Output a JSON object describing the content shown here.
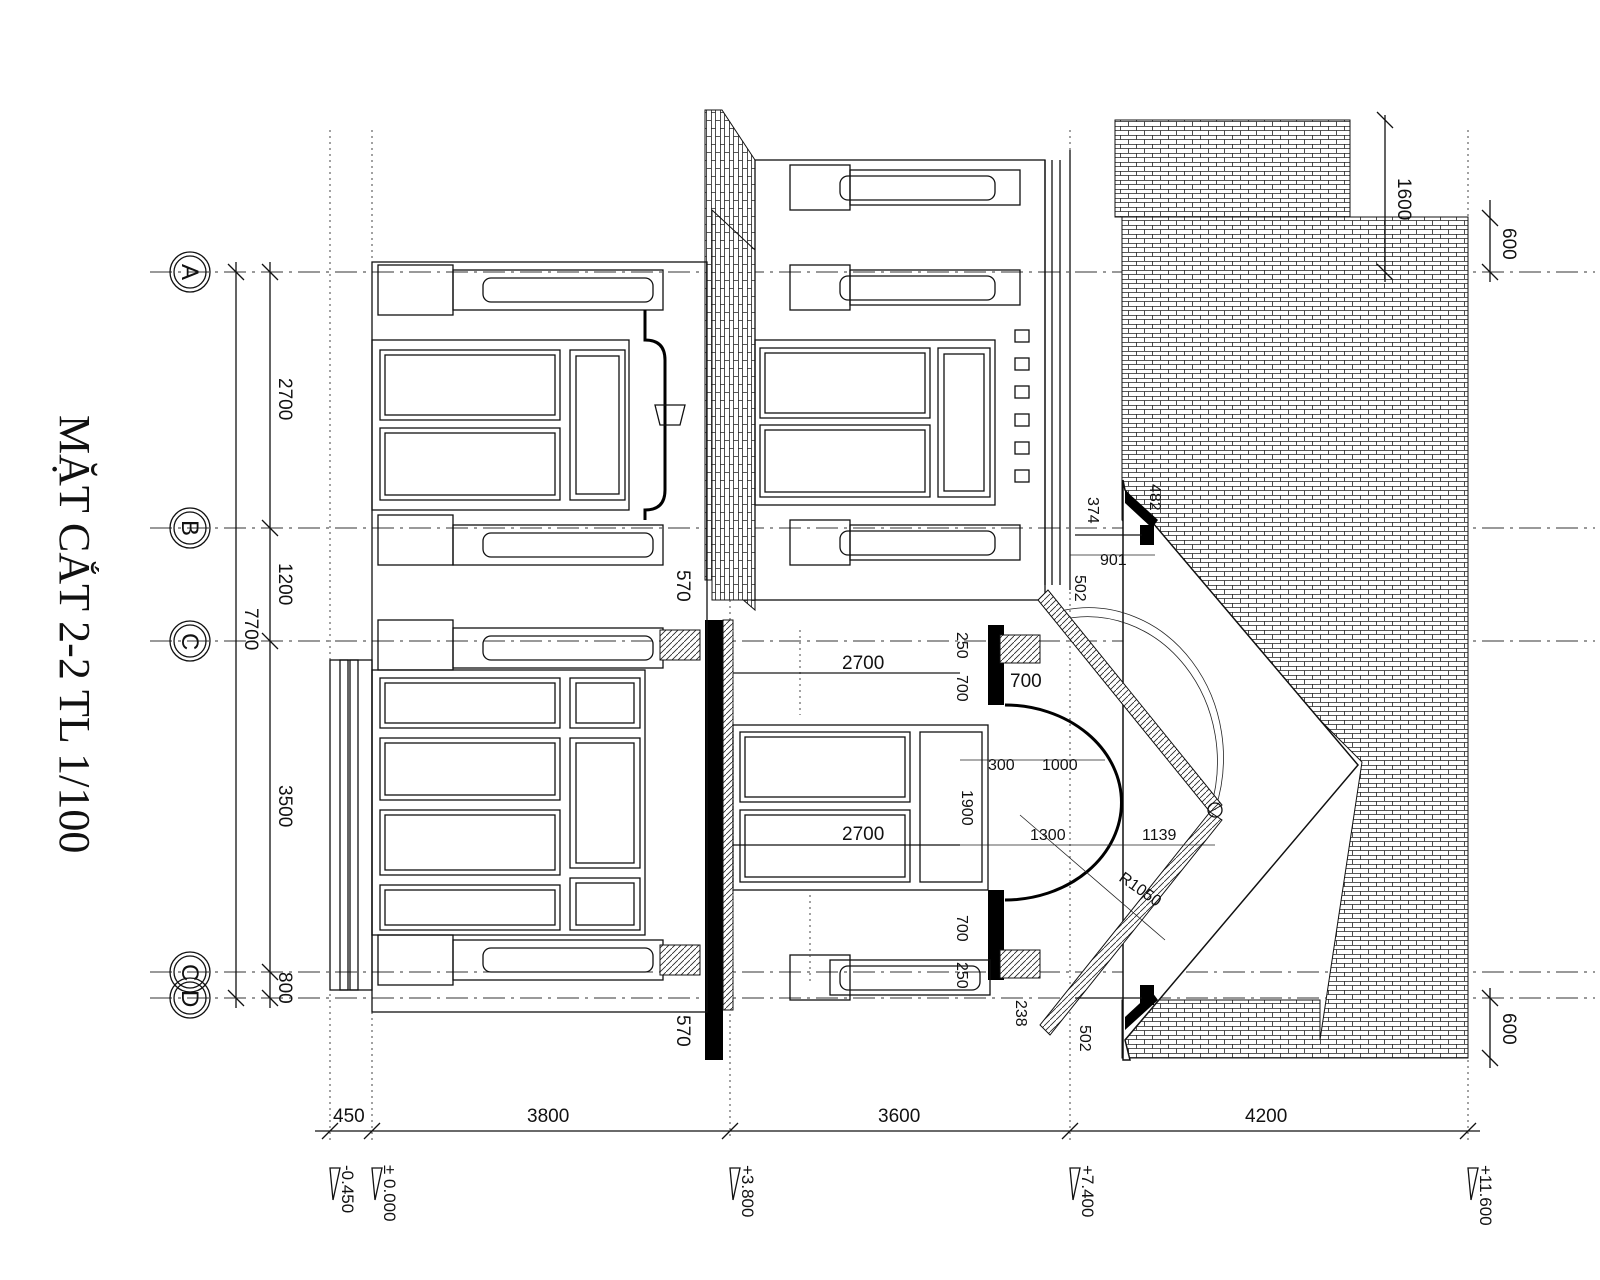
{
  "title": "MẶT CẮT 2-2 TL 1/100",
  "axes": [
    "A",
    "B",
    "C",
    "C",
    "D"
  ],
  "left_dims": [
    "2700",
    "1200",
    "7700",
    "3500",
    "800"
  ],
  "bottom_dims": [
    "450",
    "3800",
    "3600",
    "4200"
  ],
  "levels": [
    "-0.450",
    "± 0.000",
    "+3.800",
    "+7.400",
    "+11.600"
  ],
  "right_dims": [
    "1600",
    "600",
    "600"
  ],
  "interior_dims": [
    "2700",
    "2700",
    "570",
    "570",
    "250",
    "700",
    "700",
    "250",
    "700",
    "300",
    "1000",
    "1900",
    "1300",
    "1139",
    "R1050",
    "374",
    "482",
    "901",
    "502",
    "502",
    "238"
  ],
  "colors": {
    "ink": "#000000",
    "paper": "#ffffff"
  }
}
